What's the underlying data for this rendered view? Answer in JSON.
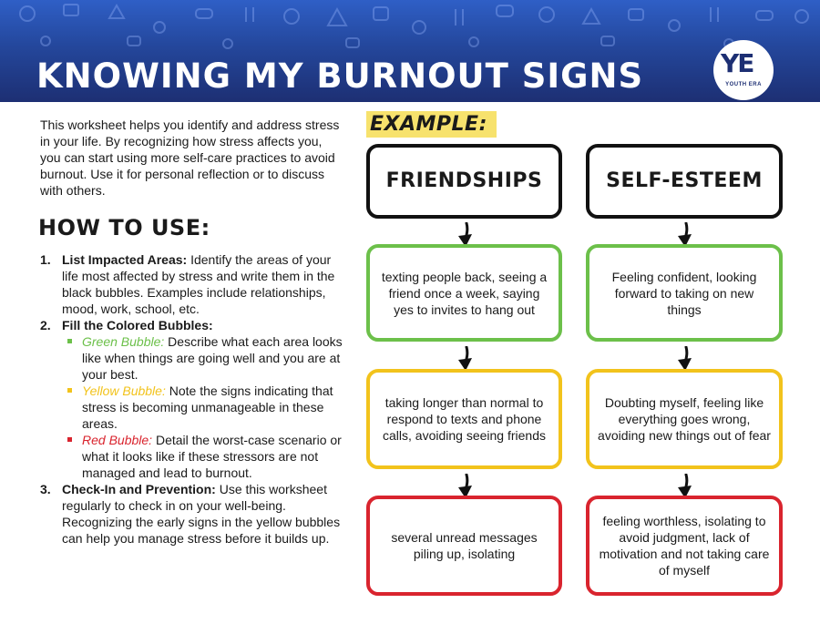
{
  "header": {
    "title": "KNOWING MY BURNOUT SIGNS",
    "logo_mark": "YE",
    "logo_text": "YOUTH ERA"
  },
  "intro": "This worksheet helps you identify and address stress in your life. By recognizing how stress affects you, you can start using more self-care practices to avoid burnout. Use it for personal reflection or to discuss with others.",
  "how_to_use": {
    "title": "HOW TO USE:",
    "steps": [
      {
        "num": "1.",
        "title": "List Impacted Areas:",
        "text": " Identify the areas of your life most affected by stress and write them in the black bubbles. Examples include relationships, mood, work, school, etc."
      },
      {
        "num": "2.",
        "title": "Fill the Colored Bubbles:",
        "text": "",
        "bullets": [
          {
            "label": "Green Bubble:",
            "text": " Describe what each area looks like when things are going well and you are at your best.",
            "color": "#6cc04a"
          },
          {
            "label": "Yellow Bubble:",
            "text": " Note the signs indicating that stress is becoming unmanageable in these areas.",
            "color": "#f2c31c"
          },
          {
            "label": "Red Bubble:",
            "text": " Detail the worst-case scenario or what it looks like if these stressors are not managed and lead to burnout.",
            "color": "#d9242e"
          }
        ]
      },
      {
        "num": "3.",
        "title": "Check-In and Prevention:",
        "text": " Use this worksheet regularly to check in on your well-being. Recognizing the early signs in the yellow bubbles can help you manage stress before it builds up."
      }
    ]
  },
  "example": {
    "label": "EXAMPLE:",
    "columns": [
      {
        "area": "FRIENDSHIPS",
        "green": "texting people back, seeing a friend once a week, saying yes to invites to hang out",
        "yellow": "taking longer than normal to respond to texts and phone calls, avoiding seeing friends",
        "red": "several unread messages piling up, isolating"
      },
      {
        "area": "SELF-ESTEEM",
        "green": "Feeling confident, looking forward to taking on new things",
        "yellow": "Doubting myself, feeling like everything goes wrong, avoiding new things out of fear",
        "red": "feeling worthless, isolating to avoid judgment, lack of motivation and not taking care of myself"
      }
    ]
  },
  "colors": {
    "header_blue": "#24479c",
    "green": "#6cc04a",
    "yellow": "#f2c31c",
    "red": "#d9242e",
    "highlight": "#f7e26d"
  }
}
